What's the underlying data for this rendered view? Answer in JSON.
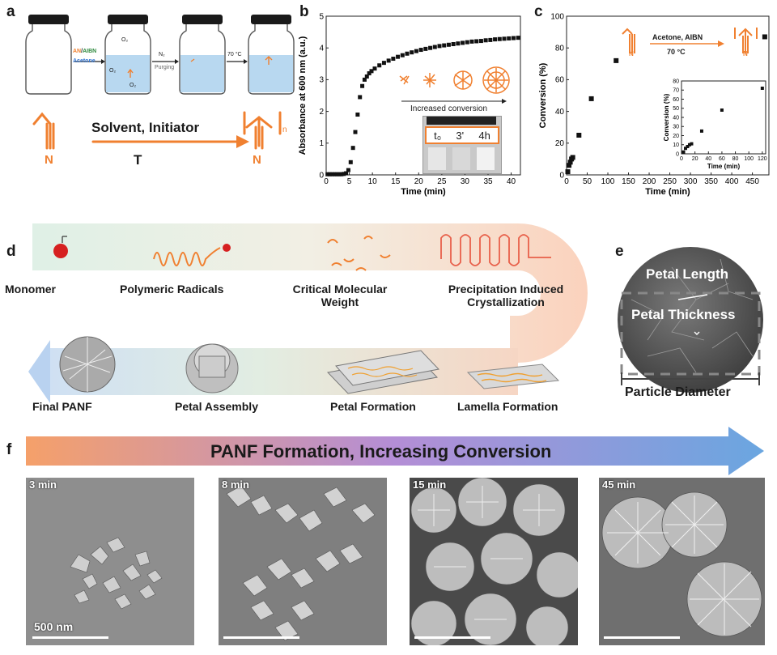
{
  "panels": {
    "a": {
      "label": "a",
      "vial_labels": {
        "an": "AN",
        "slash": "/",
        "aibn": "AIBN",
        "acetone": "Acetone",
        "o2": "O₂",
        "n2": "N₂",
        "purging": "Purging",
        "temp": "70 °C"
      },
      "reaction": {
        "conditions": "Solvent, Initiator",
        "temp": "T",
        "n_atom": "N",
        "subscript": "n"
      }
    },
    "b": {
      "label": "b",
      "inset_caption": "Increased conversion",
      "vial_times": [
        "t₀",
        "3'",
        "4h"
      ]
    },
    "c": {
      "label": "c",
      "scheme_line1": "Acetone, AIBN",
      "scheme_line2": "70 °C",
      "n_atom": "N"
    },
    "d": {
      "label": "d",
      "top_row": [
        "Monomer",
        "Polymeric Radicals",
        "Critical Molecular",
        "Weight",
        "Precipitation Induced",
        "Crystallization"
      ],
      "bottom_row": [
        "Final PANF",
        "Petal Assembly",
        "Petal Formation",
        "Lamella Formation"
      ]
    },
    "e": {
      "label": "e",
      "petal_length": "Petal Length",
      "petal_thickness": "Petal Thickness",
      "particle_diameter": "Particle Diameter"
    },
    "f": {
      "label": "f",
      "banner": "PANF Formation, Increasing Conversion",
      "images": [
        {
          "time": "3 min",
          "scale": "500 nm"
        },
        {
          "time": "8 min",
          "scale": ""
        },
        {
          "time": "15 min",
          "scale": ""
        },
        {
          "time": "45 min",
          "scale": ""
        }
      ]
    }
  },
  "chart_data": [
    {
      "type": "scatter",
      "panel": "b",
      "xlabel": "Time (min)",
      "ylabel": "Absorbance at 600 nm (a.u.)",
      "xlim": [
        0,
        42
      ],
      "ylim": [
        0,
        5
      ],
      "xticks": [
        0,
        5,
        10,
        15,
        20,
        25,
        30,
        35,
        40
      ],
      "yticks": [
        0,
        1,
        2,
        3,
        4,
        5
      ],
      "x": [
        0.3,
        0.8,
        1.3,
        1.8,
        2.3,
        2.8,
        3.3,
        3.8,
        4.3,
        4.8,
        5.3,
        5.8,
        6.3,
        6.8,
        7.3,
        7.8,
        8.3,
        8.8,
        9.3,
        9.8,
        10.5,
        11.5,
        12.5,
        13.5,
        14.5,
        15.5,
        16.5,
        17.5,
        18.5,
        19.5,
        20.5,
        21.5,
        22.5,
        23.5,
        24.5,
        25.5,
        26.5,
        27.5,
        28.5,
        29.5,
        30.5,
        31.5,
        32.5,
        33.5,
        34.5,
        35.5,
        36.5,
        37.5,
        38.5,
        39.5,
        40.5,
        41.5
      ],
      "y": [
        0.02,
        0.02,
        0.02,
        0.02,
        0.02,
        0.02,
        0.02,
        0.03,
        0.05,
        0.15,
        0.4,
        0.85,
        1.35,
        1.9,
        2.45,
        2.8,
        3.0,
        3.1,
        3.2,
        3.27,
        3.35,
        3.45,
        3.53,
        3.6,
        3.66,
        3.72,
        3.77,
        3.82,
        3.86,
        3.9,
        3.94,
        3.97,
        4.0,
        4.03,
        4.06,
        4.08,
        4.1,
        4.12,
        4.14,
        4.16,
        4.18,
        4.2,
        4.21,
        4.22,
        4.24,
        4.25,
        4.27,
        4.28,
        4.29,
        4.3,
        4.31,
        4.32
      ],
      "grid": false
    },
    {
      "type": "scatter",
      "panel": "c",
      "xlabel": "Time (min)",
      "ylabel": "Conversion (%)",
      "xlim": [
        0,
        490
      ],
      "ylim": [
        0,
        100
      ],
      "xticks": [
        0,
        50,
        100,
        150,
        200,
        250,
        300,
        350,
        400,
        450
      ],
      "yticks": [
        0,
        20,
        40,
        60,
        80,
        100
      ],
      "x": [
        3,
        6,
        9,
        12,
        15,
        30,
        60,
        120,
        480
      ],
      "y": [
        2,
        6,
        8,
        10,
        11,
        25,
        48,
        72,
        87
      ],
      "grid": false
    },
    {
      "type": "scatter",
      "panel": "c-inset",
      "xlabel": "Time (min)",
      "ylabel": "Conversion (%)",
      "xlim": [
        0,
        125
      ],
      "ylim": [
        0,
        80
      ],
      "xticks": [
        0,
        20,
        40,
        60,
        80,
        100,
        120
      ],
      "yticks": [
        0,
        10,
        20,
        30,
        40,
        50,
        60,
        70,
        80
      ],
      "x": [
        3,
        6,
        9,
        12,
        15,
        30,
        60,
        120
      ],
      "y": [
        2,
        6,
        8,
        10,
        11,
        25,
        48,
        72
      ],
      "grid": false
    }
  ],
  "colors": {
    "orange": "#f08030",
    "blue_liquid": "#b8d8f0",
    "banner_start": "#f5a06a",
    "banner_mid": "#b48ed6",
    "banner_end": "#6aa6e0"
  }
}
